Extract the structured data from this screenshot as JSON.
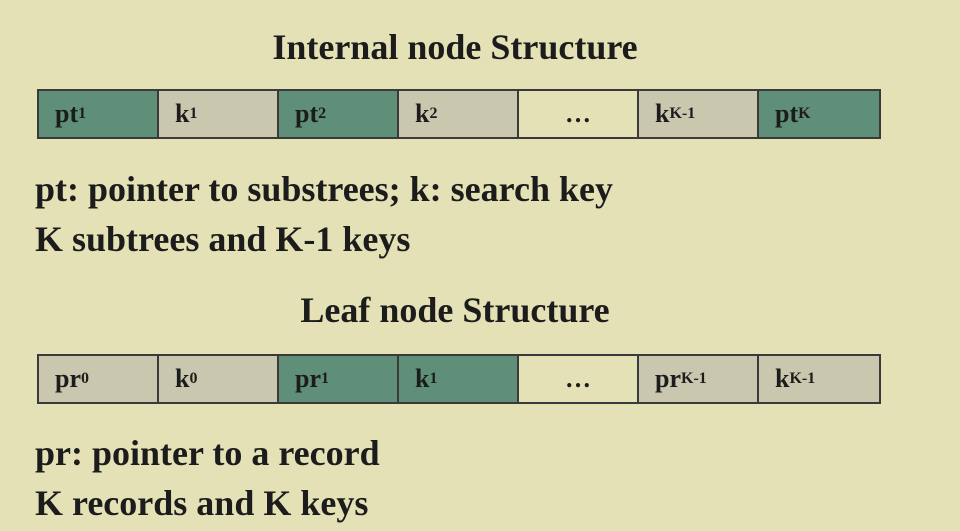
{
  "internal": {
    "title": "Internal node Structure",
    "cells": [
      {
        "base": "pt",
        "sub": "1"
      },
      {
        "base": "k",
        "sub": "1"
      },
      {
        "base": "pt",
        "sub": "2"
      },
      {
        "base": "k",
        "sub": "2"
      },
      {
        "base": "…",
        "sub": ""
      },
      {
        "base": "k",
        "sub": "K-1"
      },
      {
        "base": "pt",
        "sub": "K"
      }
    ],
    "desc_line1": "pt: pointer to substrees; k: search key",
    "desc_line2": "K subtrees and K-1 keys"
  },
  "leaf": {
    "title": "Leaf node Structure",
    "cells": [
      {
        "base": "pr",
        "sub": "0"
      },
      {
        "base": "k",
        "sub": "0"
      },
      {
        "base": "pr",
        "sub": "1"
      },
      {
        "base": "k",
        "sub": "1"
      },
      {
        "base": "…",
        "sub": ""
      },
      {
        "base": "pr",
        "sub": "K-1"
      },
      {
        "base": "k",
        "sub": "K-1"
      }
    ],
    "desc_line1": "pr: pointer to a record",
    "desc_line2": "K records and K keys"
  },
  "colors": {
    "background": "#e3e1b5",
    "pointer_cell": "#5f8f79",
    "key_cell": "#c9c8ae"
  }
}
